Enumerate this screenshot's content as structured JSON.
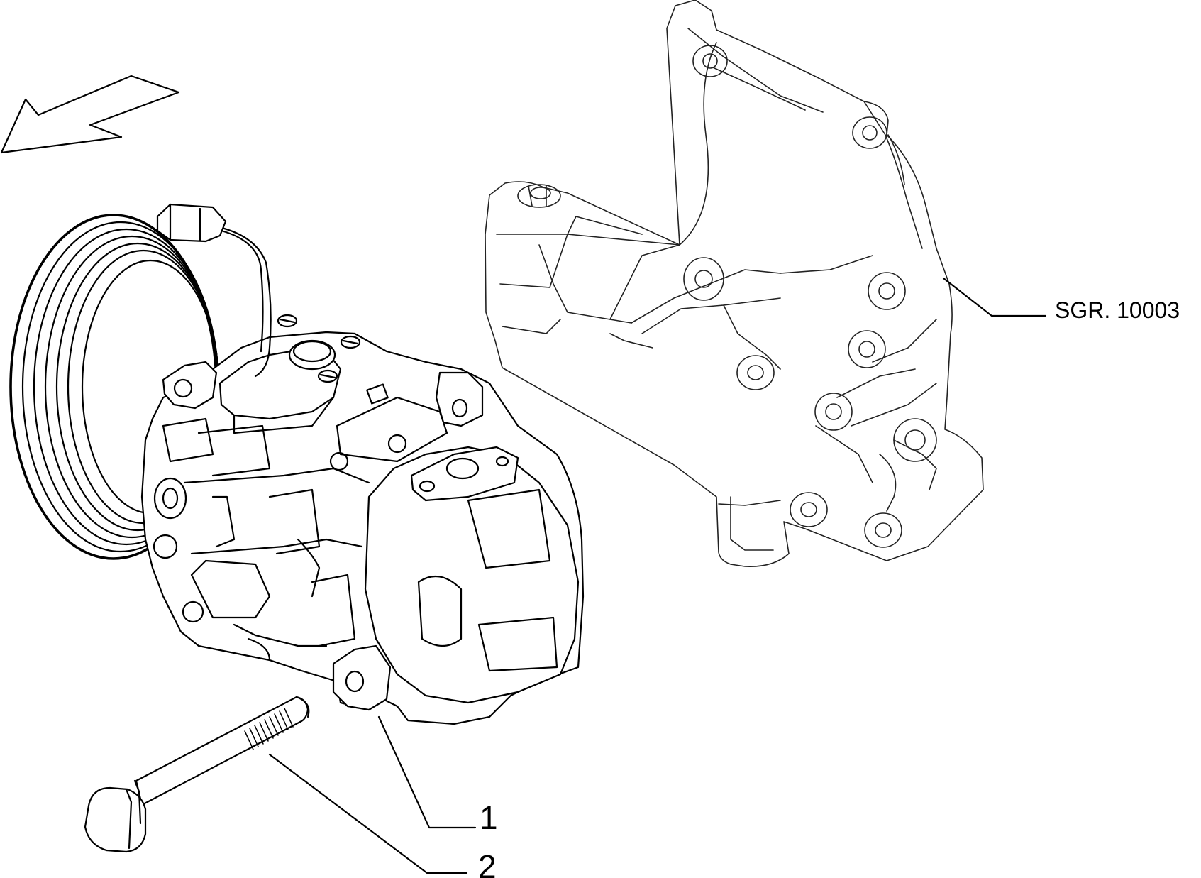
{
  "callouts": {
    "part_1": "1",
    "part_2": "2",
    "reference": "SGR. 10003"
  },
  "icons": {
    "direction": "direction-arrow-icon"
  },
  "colors": {
    "line": "#000000",
    "background": "#ffffff"
  }
}
